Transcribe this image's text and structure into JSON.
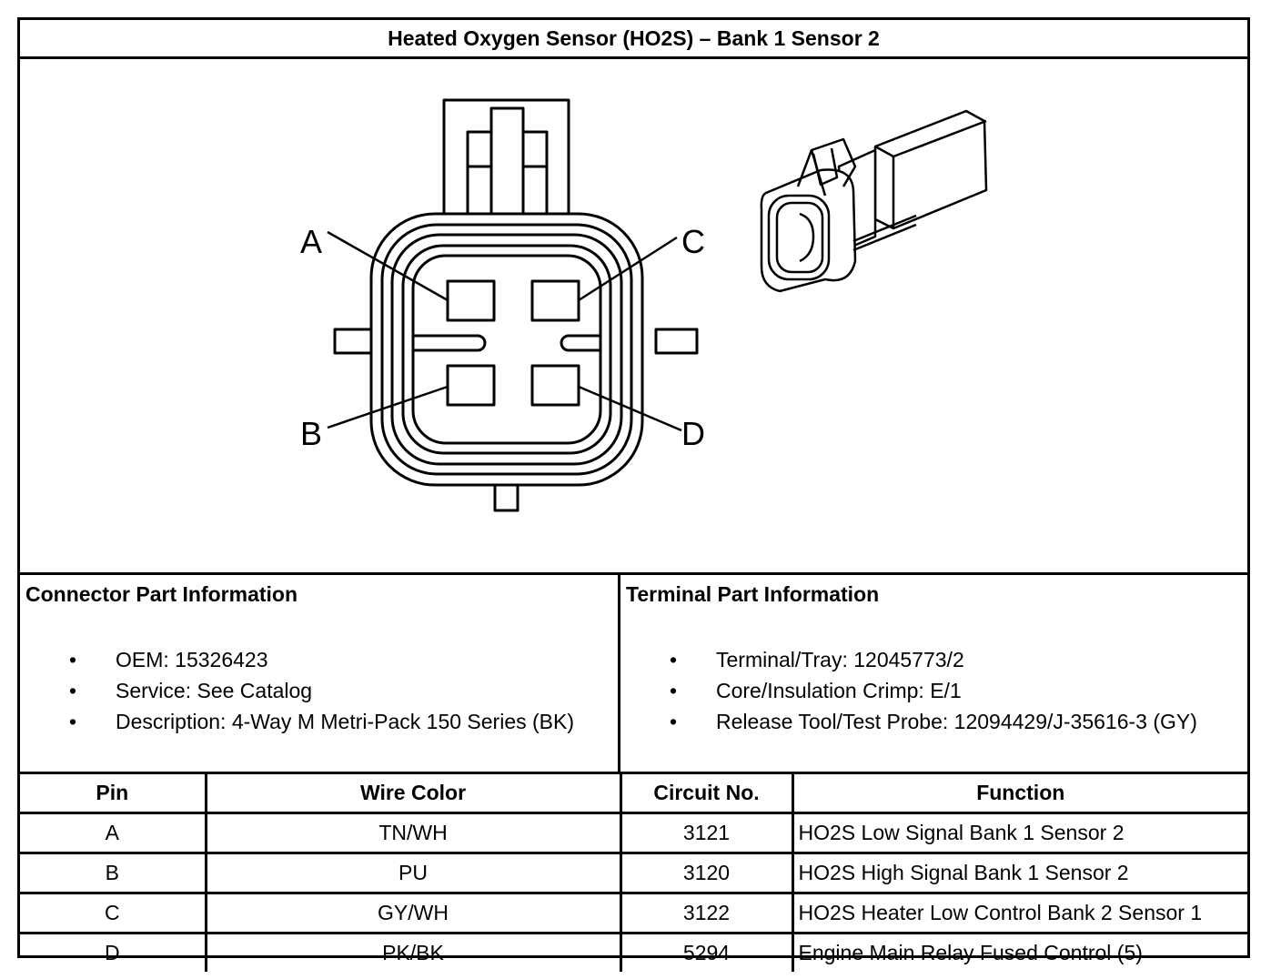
{
  "title": "Heated Oxygen Sensor (HO2S) – Bank 1 Sensor 2",
  "diagram": {
    "pin_labels": [
      "A",
      "B",
      "C",
      "D"
    ]
  },
  "connector_info": {
    "heading": "Connector Part Information",
    "items": [
      "OEM: 15326423",
      "Service: See Catalog",
      "Description: 4-Way M Metri-Pack 150 Series (BK)"
    ]
  },
  "terminal_info": {
    "heading": "Terminal Part Information",
    "items": [
      "Terminal/Tray: 12045773/2",
      "Core/Insulation Crimp: E/1",
      "Release Tool/Test Probe: 12094429/J-35616-3 (GY)"
    ]
  },
  "bullet": "•",
  "table": {
    "headers": [
      "Pin",
      "Wire Color",
      "Circuit No.",
      "Function"
    ],
    "rows": [
      [
        "A",
        "TN/WH",
        "3121",
        "HO2S Low Signal Bank 1 Sensor 2"
      ],
      [
        "B",
        "PU",
        "3120",
        "HO2S High Signal Bank 1 Sensor 2"
      ],
      [
        "C",
        "GY/WH",
        "3122",
        "HO2S Heater Low Control Bank 2 Sensor 1"
      ],
      [
        "D",
        "PK/BK",
        "5294",
        "Engine Main Relay Fused Control (5)"
      ]
    ]
  }
}
